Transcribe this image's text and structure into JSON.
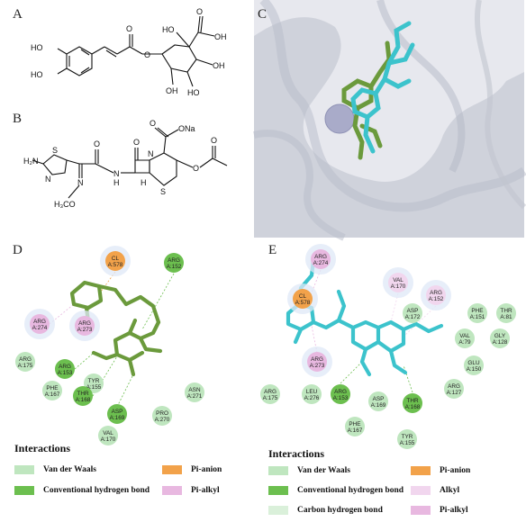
{
  "labels": {
    "A": "A",
    "B": "B",
    "C": "C",
    "D": "D",
    "E": "E"
  },
  "colors": {
    "vdw": "#bfe6bf",
    "conv_hbond": "#6cbf4f",
    "carbon_hbond": "#daf0da",
    "pi_anion": "#f2a24a",
    "pi_alkyl": "#e8b8e0",
    "alkyl": "#f1d6ee",
    "ligand_d": "#6b9a3c",
    "ligand_e": "#3cc3cc",
    "surface": "#d4d7df",
    "ion": "#a9abc9"
  },
  "structureA": {
    "cooh_top": "O",
    "oh_top": "OH",
    "ho_left_ring": "HO",
    "ho_bottom": "HO",
    "ho_ring": "HO",
    "oh_right": "OH",
    "oh_bottom": "OH",
    "ester_o": "O",
    "ester_carbonyl": "O",
    "ho_mid": "HO",
    "h_dot": "..."
  },
  "structureB": {
    "h2n": "H₂N",
    "n_thiazole": "N",
    "s_thiazole": "S",
    "n_imine": "N",
    "methoxy": "H₃CO",
    "nh": "N",
    "h_amide": "H",
    "amide_o": "O",
    "lactam_o": "O",
    "n_ring": "N",
    "h_ring": "H",
    "s_ring": "S",
    "ona": "ONa",
    "carbonyl_o": "O",
    "ester_o": "O",
    "acetyl_o": "O"
  },
  "panelD": {
    "residues": [
      {
        "name": "CL",
        "id": "A:578",
        "type": "pi_anion"
      },
      {
        "name": "ARG",
        "id": "A:152",
        "type": "conv_hbond"
      },
      {
        "name": "ARG",
        "id": "A:274",
        "type": "pi_alkyl"
      },
      {
        "name": "ARG",
        "id": "A:273",
        "type": "pi_alkyl"
      },
      {
        "name": "ARG",
        "id": "A:175",
        "type": "vdw"
      },
      {
        "name": "ARG",
        "id": "A:153",
        "type": "conv_hbond"
      },
      {
        "name": "TYR",
        "id": "A:155",
        "type": "vdw"
      },
      {
        "name": "PHE",
        "id": "A:167",
        "type": "vdw"
      },
      {
        "name": "THR",
        "id": "A:168",
        "type": "conv_hbond"
      },
      {
        "name": "ASP",
        "id": "A:169",
        "type": "conv_hbond"
      },
      {
        "name": "ASN",
        "id": "A:271",
        "type": "vdw"
      },
      {
        "name": "PRO",
        "id": "A:270",
        "type": "vdw"
      },
      {
        "name": "VAL",
        "id": "A:170",
        "type": "vdw"
      }
    ]
  },
  "panelE": {
    "residues": [
      {
        "name": "ARG",
        "id": "A:274",
        "type": "pi_alkyl"
      },
      {
        "name": "CL",
        "id": "A:578",
        "type": "pi_anion"
      },
      {
        "name": "VAL",
        "id": "A:170",
        "type": "alkyl"
      },
      {
        "name": "ARG",
        "id": "A:152",
        "type": "alkyl"
      },
      {
        "name": "ASP",
        "id": "A:172",
        "type": "vdw"
      },
      {
        "name": "PHE",
        "id": "A:151",
        "type": "vdw"
      },
      {
        "name": "THR",
        "id": "A:81",
        "type": "vdw"
      },
      {
        "name": "VAL",
        "id": "A:79",
        "type": "vdw"
      },
      {
        "name": "GLY",
        "id": "A:128",
        "type": "vdw"
      },
      {
        "name": "ARG",
        "id": "A:273",
        "type": "pi_alkyl"
      },
      {
        "name": "GLU",
        "id": "A:150",
        "type": "vdw"
      },
      {
        "name": "ARG",
        "id": "A:127",
        "type": "vdw"
      },
      {
        "name": "ARG",
        "id": "A:175",
        "type": "vdw"
      },
      {
        "name": "LEU",
        "id": "A:276",
        "type": "vdw"
      },
      {
        "name": "ARG",
        "id": "A:153",
        "type": "conv_hbond"
      },
      {
        "name": "ASP",
        "id": "A:169",
        "type": "vdw"
      },
      {
        "name": "THR",
        "id": "A:168",
        "type": "conv_hbond"
      },
      {
        "name": "PHE",
        "id": "A:167",
        "type": "vdw"
      },
      {
        "name": "TYR",
        "id": "A:155",
        "type": "vdw"
      }
    ]
  },
  "legendD": {
    "title": "Interactions",
    "items": [
      {
        "label": "Van der Waals",
        "color_key": "vdw"
      },
      {
        "label": "Conventional hydrogen bond",
        "color_key": "conv_hbond"
      },
      {
        "label": "Pi-anion",
        "color_key": "pi_anion"
      },
      {
        "label": "Pi-alkyl",
        "color_key": "pi_alkyl"
      }
    ]
  },
  "legendE": {
    "title": "Interactions",
    "items": [
      {
        "label": "Van der Waals",
        "color_key": "vdw"
      },
      {
        "label": "Conventional hydrogen bond",
        "color_key": "conv_hbond"
      },
      {
        "label": "Carbon hydrogen bond",
        "color_key": "carbon_hbond"
      },
      {
        "label": "Pi-anion",
        "color_key": "pi_anion"
      },
      {
        "label": "Alkyl",
        "color_key": "alkyl"
      },
      {
        "label": "Pi-alkyl",
        "color_key": "pi_alkyl"
      }
    ]
  }
}
